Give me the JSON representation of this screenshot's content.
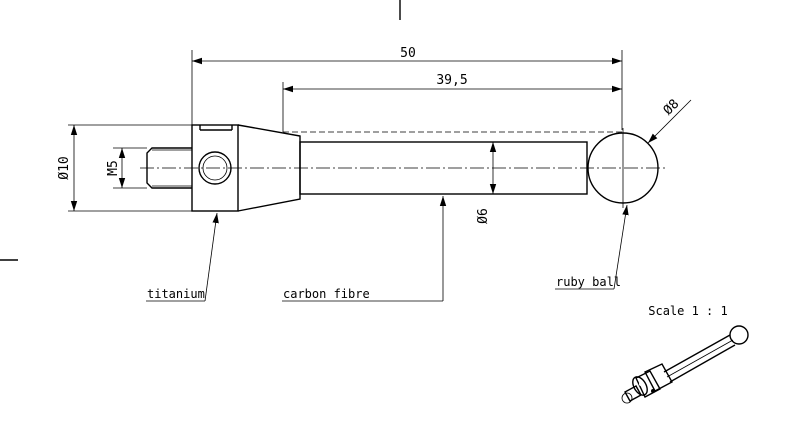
{
  "dimensions": {
    "overall_length": "50",
    "shaft_length": "39,5",
    "ball_diameter": "Ø8",
    "body_diameter": "Ø10",
    "thread": "M5",
    "shaft_diameter": "Ø6"
  },
  "labels": {
    "titanium": "titanium",
    "carbon_fibre": "carbon fibre",
    "ruby_ball": "ruby ball"
  },
  "scale": "Scale 1 : 1"
}
